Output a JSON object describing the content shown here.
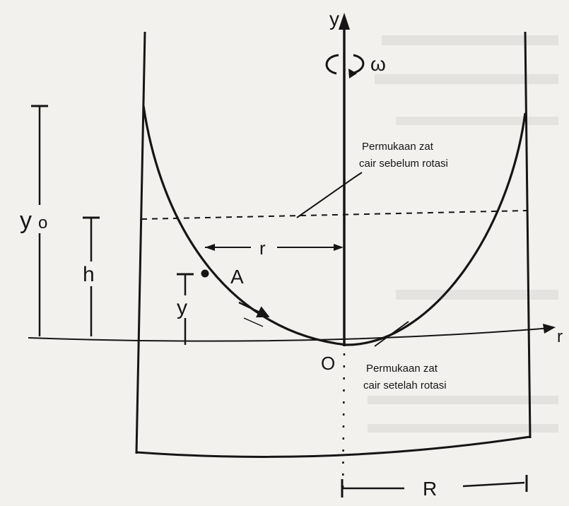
{
  "labels": {
    "y_axis": "y",
    "omega": "ω",
    "r_axis": "r",
    "r_arrow": "r",
    "origin": "O",
    "point_a": "A",
    "y0": "y",
    "y0_sub": "o",
    "h": "h",
    "y": "y",
    "R": "R"
  },
  "annotations": {
    "before_line1": "Permukaan zat",
    "before_line2": "cair sebelum rotasi",
    "after_line1": "Permukaan zat",
    "after_line2": "cair setelah rotasi"
  },
  "colors": {
    "ink": "#151515",
    "paper": "#f2f1ee",
    "bleed": "#c9c9c6"
  }
}
